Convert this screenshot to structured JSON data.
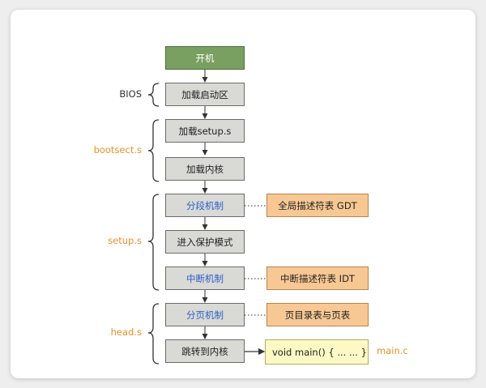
{
  "steps": {
    "power_on": "开机",
    "load_boot_sector": "加载启动区",
    "load_setup": "加载setup.s",
    "load_kernel": "加载内核",
    "segmentation": "分段机制",
    "protected_mode": "进入保护模式",
    "interrupts": "中断机制",
    "paging": "分页机制",
    "jump_kernel": "跳转到内核"
  },
  "notes": {
    "gdt": "全局描述符表 GDT",
    "idt": "中断描述符表 IDT",
    "page_tables": "页目录表与页表",
    "main_code": "void main() { ... ... }"
  },
  "stage_labels": {
    "bios": "BIOS",
    "bootsect": "bootsect.s",
    "setup": "setup.s",
    "head": "head.s",
    "main_c": "main.c"
  },
  "colors": {
    "start_box": "#7aa061",
    "step_box": "#d9d9d5",
    "note_box": "#f8c894",
    "code_box": "#fdf9c5",
    "stage_label": "#e8902c",
    "highlight_text": "#2b5fc7"
  }
}
